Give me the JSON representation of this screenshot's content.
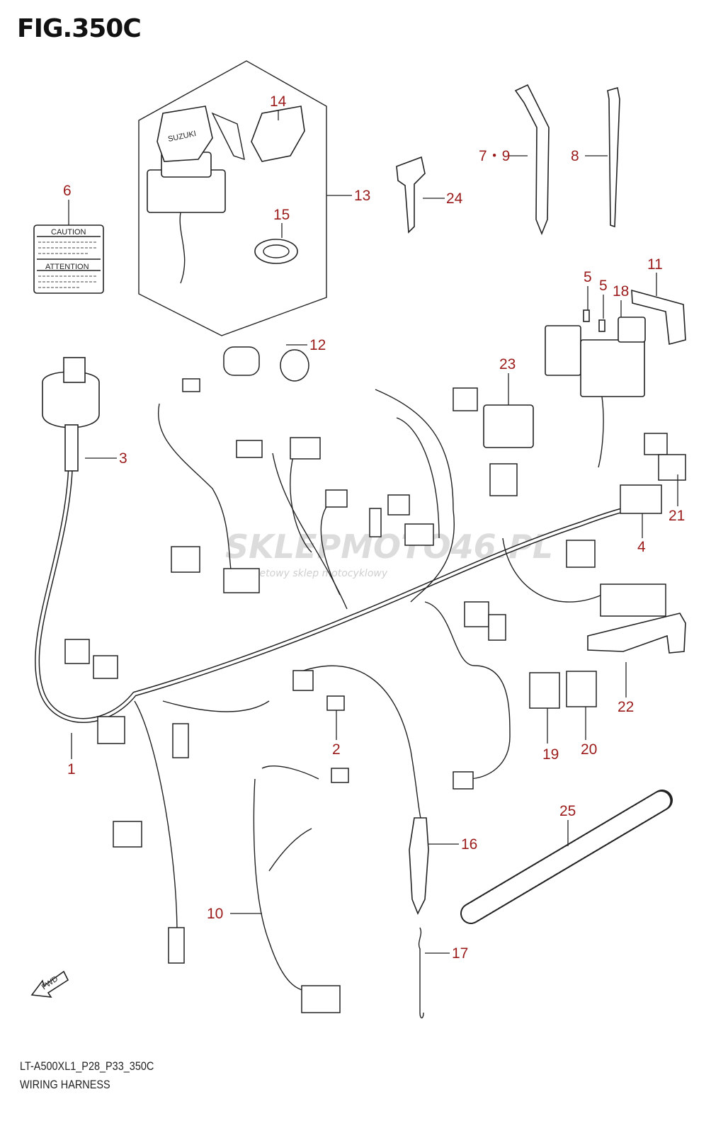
{
  "figure": {
    "title": "FIG.350C"
  },
  "footer": {
    "code": "LT-A500XL1_P28_P33_350C",
    "name": "WIRING HARNESS"
  },
  "caution_label": {
    "top": "CAUTION",
    "bottom": "ATTENTION"
  },
  "key_brand": "SUZUKI",
  "fwd_arrow": "FWD",
  "watermark": {
    "main": "SKLEPMOTO46.PL",
    "sub": "internetowy sklep motocyklowy"
  },
  "callouts": [
    "14",
    "13",
    "15",
    "6",
    "24",
    "7・9",
    "8",
    "11",
    "5",
    "5",
    "18",
    "12",
    "23",
    "3",
    "21",
    "4",
    "1",
    "2",
    "22",
    "19",
    "20",
    "25",
    "16",
    "10",
    "17"
  ],
  "colors": {
    "callout": "#9b1b1b",
    "line": "#222222"
  }
}
